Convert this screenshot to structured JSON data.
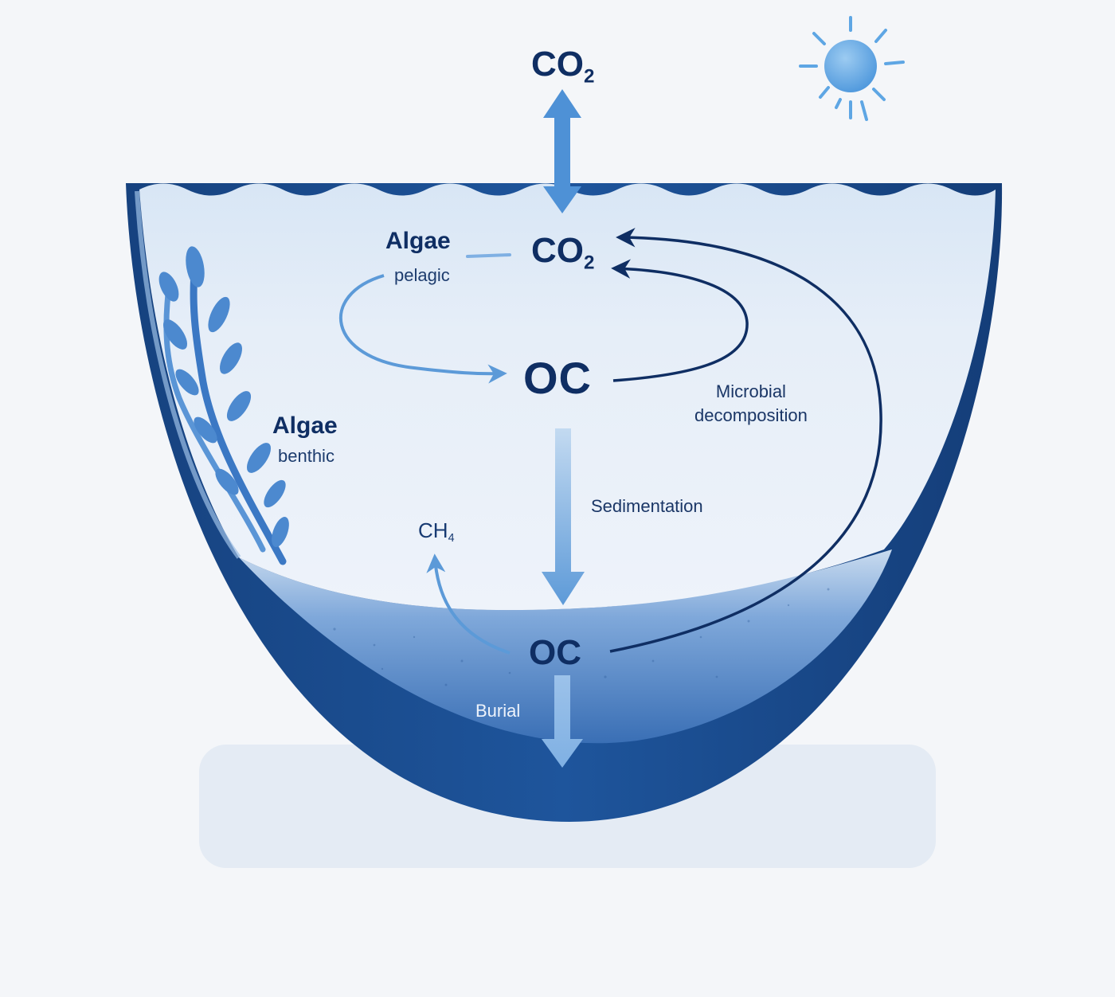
{
  "molecules": {
    "co2_atmosphere": {
      "base": "CO",
      "sub": "2"
    },
    "co2_water": {
      "base": "CO",
      "sub": "2"
    },
    "oc_water": "OC",
    "oc_sediment": "OC",
    "ch4": {
      "base": "CH",
      "sub": "4"
    }
  },
  "algae": {
    "pelagic": {
      "title": "Algae",
      "type": "pelagic"
    },
    "benthic": {
      "title": "Algae",
      "type": "benthic"
    }
  },
  "processes": {
    "decomposition_line1": "Microbial",
    "decomposition_line2": "decomposition",
    "sedimentation": "Sedimentation",
    "burial": "Burial"
  },
  "colors": {
    "background": "#f4f6f9",
    "water": "#e3ecf7",
    "basin_dark": "#1c4f96",
    "sediment": "#5f8fcc",
    "arrow_light": "#5c9ad8",
    "arrow_dark": "#0f2e63",
    "label_dark": "#0f2e63",
    "sun": "#5ea6e4"
  },
  "icons": [
    "sun-icon",
    "seaweed-icon"
  ]
}
